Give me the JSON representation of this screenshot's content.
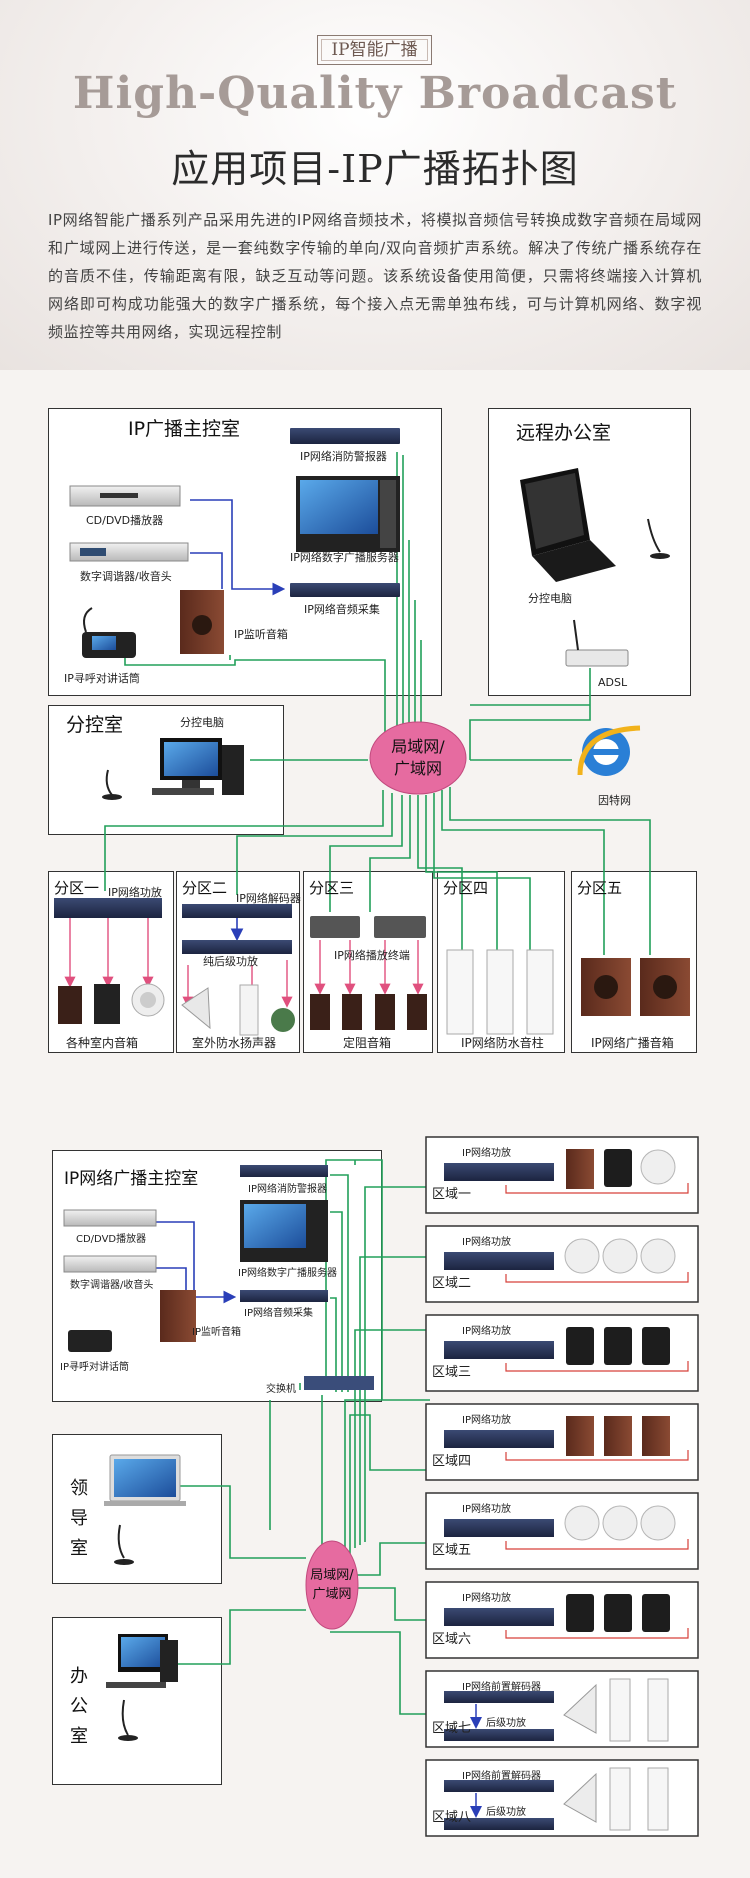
{
  "header": {
    "tag": "IP智能广播",
    "title_en": "High-Quality Broadcast",
    "title_cn": "应用项目-IP广播拓扑图",
    "intro": "IP网络智能广播系列产品采用先进的IP网络音频技术，将模拟音频信号转换成数字音频在局域网和广域网上进行传送，是一套纯数字传输的单向/双向音频扩声系统。解决了传统广播系统存在的音质不佳，传输距离有限，缺乏互动等问题。该系统设备使用简便，只需将终端接入计算机网络即可构成功能强大的数字广播系统，每个接入点无需单独布线，可与计算机网络、数字视频监控等共用网络，实现远程控制"
  },
  "diagram1": {
    "main_room": {
      "title": "IP广播主控室",
      "fire_alarm": "IP网络消防警报器",
      "cd_player": "CD/DVD播放器",
      "server": "IP网络数字广播服务器",
      "tuner": "数字调谐器/收音头",
      "collector": "IP网络音频采集",
      "monitor_speaker": "IP监听音箱",
      "intercom": "IP寻呼对讲话筒"
    },
    "remote_office": {
      "title": "远程办公室",
      "pc": "分控电脑",
      "adsl": "ADSL"
    },
    "branch_room": {
      "title": "分控室",
      "pc": "分控电脑"
    },
    "network": {
      "line1": "局域网/",
      "line2": "广域网"
    },
    "internet": "因特网",
    "zones": [
      {
        "title": "分区一",
        "device": "IP网络功放",
        "caption": "各种室内音箱"
      },
      {
        "title": "分区二",
        "device": "IP网络解码器",
        "device2": "纯后级功放",
        "caption": "室外防水扬声器"
      },
      {
        "title": "分区三",
        "device": "IP网络播放终端",
        "caption": "定阻音箱"
      },
      {
        "title": "分区四",
        "caption": "IP网络防水音柱"
      },
      {
        "title": "分区五",
        "caption": "IP网络广播音箱"
      }
    ]
  },
  "diagram2": {
    "main_room": {
      "title": "IP网络广播主控室",
      "fire_alarm": "IP网络消防警报器",
      "cd_player": "CD/DVD播放器",
      "server": "IP网络数字广播服务器",
      "tuner": "数字调谐器/收音头",
      "collector": "IP网络音频采集",
      "monitor_speaker": "IP监听音箱",
      "intercom": "IP寻呼对讲话筒",
      "switch": "交换机"
    },
    "leader_room": {
      "title": [
        "领",
        "导",
        "室"
      ]
    },
    "office": {
      "title": [
        "办",
        "公",
        "室"
      ]
    },
    "network": {
      "line1": "局域网/",
      "line2": "广域网"
    },
    "areas": [
      {
        "device": "IP网络功放",
        "name": "区域一",
        "speakers": "mixed"
      },
      {
        "device": "IP网络功放",
        "name": "区域二",
        "speakers": "ceiling"
      },
      {
        "device": "IP网络功放",
        "name": "区域三",
        "speakers": "black"
      },
      {
        "device": "IP网络功放",
        "name": "区域四",
        "speakers": "wood"
      },
      {
        "device": "IP网络功放",
        "name": "区域五",
        "speakers": "ceiling"
      },
      {
        "device": "IP网络功放",
        "name": "区域六",
        "speakers": "black"
      },
      {
        "device": "IP网络前置解码器",
        "device2": "后级功放",
        "name": "区域七",
        "speakers": "horn"
      },
      {
        "device": "IP网络前置解码器",
        "device2": "后级功放",
        "name": "区域八",
        "speakers": "horn"
      }
    ]
  },
  "colors": {
    "wire_green": "#22a05a",
    "wire_blue": "#2a3fb8",
    "wire_pink": "#e0507e",
    "wire_red": "#d6403a",
    "hub_pink": "#e66ba0"
  }
}
